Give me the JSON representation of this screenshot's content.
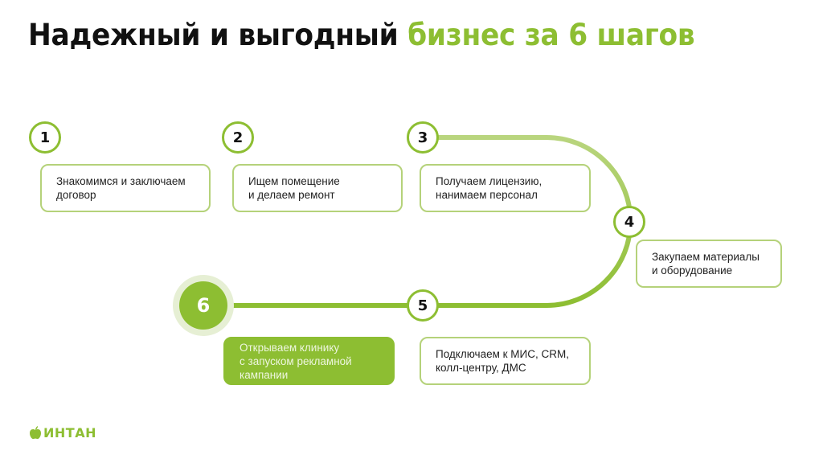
{
  "title": {
    "part1": "Надежный и выгодный ",
    "part2": "бизнес за 6 шагов"
  },
  "colors": {
    "accent": "#8dbe32",
    "accent_light": "#cfe3a8",
    "text": "#111111"
  },
  "steps": [
    {
      "number": "1",
      "text": "Знакомимся и заключаем\nдоговор"
    },
    {
      "number": "2",
      "text": "Ищем помещение\nи делаем ремонт"
    },
    {
      "number": "3",
      "text": "Получаем лицензию,\nнанимаем персонал"
    },
    {
      "number": "4",
      "text": "Закупаем материалы\nи оборудование"
    },
    {
      "number": "5",
      "text": "Подключаем к МИС, CRM,\nколл-центру, ДМС"
    },
    {
      "number": "6",
      "text": "Открываем клинику\nс запуском рекламной\nкампании",
      "highlighted": true
    }
  ],
  "logo": {
    "icon": "apple-icon",
    "text": "ИНТАН"
  }
}
